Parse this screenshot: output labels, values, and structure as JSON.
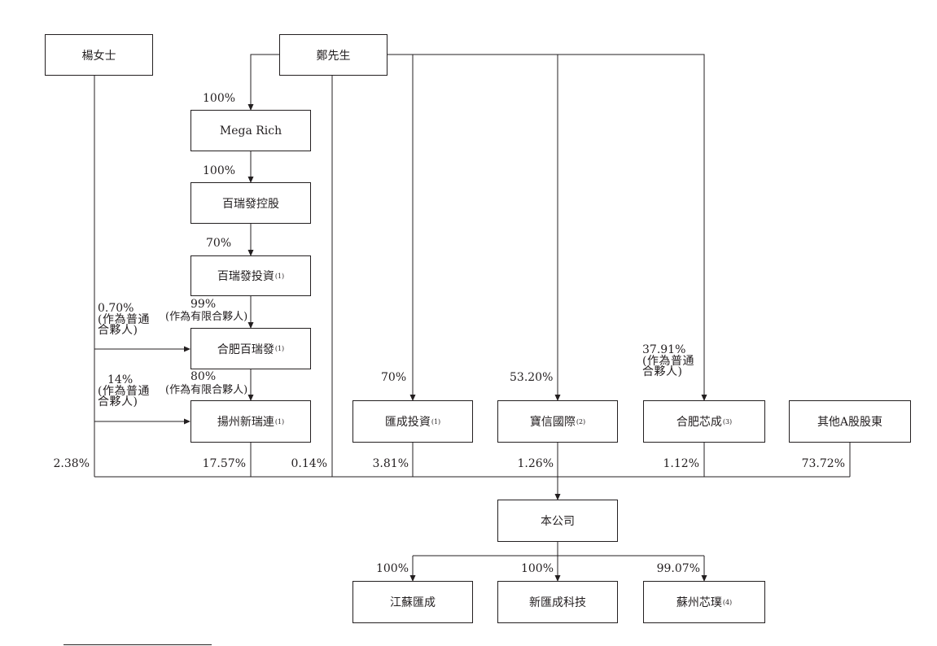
{
  "entities": {
    "ms_yang": {
      "label": "楊女士"
    },
    "mr_zheng": {
      "label": "鄭先生"
    },
    "mega_rich": {
      "label": "Mega Rich"
    },
    "bairuifa_holding": {
      "label": "百瑞發控股"
    },
    "bairuifa_invest": {
      "label": "百瑞發投資",
      "note": "(1)"
    },
    "hefei_bairuifa": {
      "label": "合肥百瑞發",
      "note": "(1)"
    },
    "yangzhou_xinruilian": {
      "label": "揚州新瑞連",
      "note": "(1)"
    },
    "huicheng_invest": {
      "label": "匯成投資",
      "note": "(1)"
    },
    "baoxin_intl": {
      "label": "寶信國際",
      "note": "(2)"
    },
    "hefei_xincheng": {
      "label": "合肥芯成",
      "note": "(3)"
    },
    "other_a_share": {
      "label": "其他A股股東"
    },
    "company": {
      "label": "本公司"
    },
    "jiangsu_huicheng": {
      "label": "江蘇匯成"
    },
    "xin_huicheng_tech": {
      "label": "新匯成科技"
    },
    "suzhou_xinpu": {
      "label": "蘇州芯璞",
      "note": "(4)"
    }
  },
  "edges": {
    "zheng_mega": {
      "pct": "100%"
    },
    "mega_holding": {
      "pct": "100%"
    },
    "holding_invest": {
      "pct": "70%"
    },
    "invest_hefei": {
      "pct": "99%",
      "role": "(作為有限合夥人)"
    },
    "yang_hefei": {
      "pct": "0.70%",
      "role_line1": "(作為普通",
      "role_line2": "合夥人)"
    },
    "hefei_yangzhou": {
      "pct": "80%",
      "role": "(作為有限合夥人)"
    },
    "yang_yangzhou": {
      "pct": "14%",
      "role_line1": "(作為普通",
      "role_line2": "合夥人)"
    },
    "zheng_huicheng": {
      "pct": "70%"
    },
    "zheng_baoxin": {
      "pct": "53.20%"
    },
    "zheng_xincheng": {
      "pct": "37.91%",
      "role_line1": "(作為普通",
      "role_line2": "合夥人)"
    },
    "yang_company": {
      "pct": "2.38%"
    },
    "yangzhou_company": {
      "pct": "17.57%"
    },
    "zheng_company": {
      "pct": "0.14%"
    },
    "huicheng_company": {
      "pct": "3.81%"
    },
    "baoxin_company": {
      "pct": "1.26%"
    },
    "xincheng_company": {
      "pct": "1.12%"
    },
    "other_company": {
      "pct": "73.72%"
    },
    "company_jiangsu": {
      "pct": "100%"
    },
    "company_tech": {
      "pct": "100%"
    },
    "company_suzhou": {
      "pct": "99.07%"
    }
  }
}
